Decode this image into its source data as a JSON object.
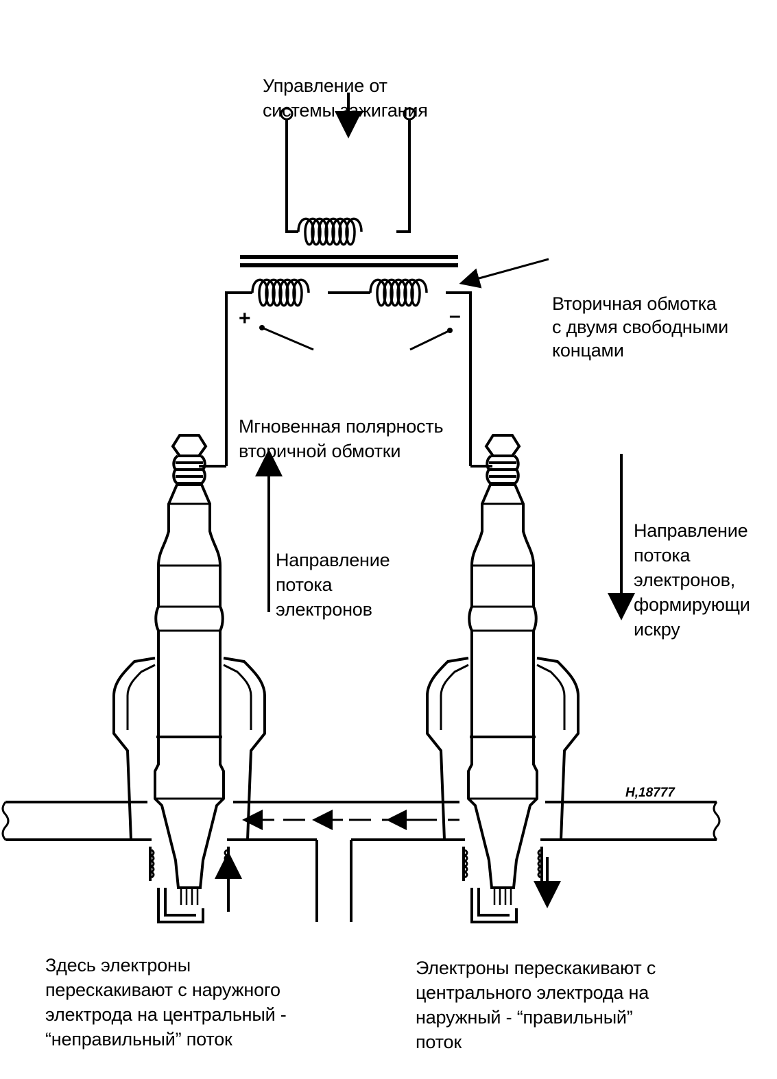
{
  "labels": {
    "control": [
      "Управление от",
      "системы зажигания"
    ],
    "secondary": [
      "Вторичная обмотка",
      "с двумя свободными",
      "концами"
    ],
    "polarity": [
      "Мгновенная полярность",
      "вторичной обмотки"
    ],
    "flow_left": [
      "Направление",
      "потока",
      "электронов"
    ],
    "flow_right": [
      "Направление",
      "потока",
      "электронов,",
      "формирующи",
      "искру"
    ],
    "bottom_left": [
      "Здесь электроны",
      "перескакивают с наружного",
      "электрода на центральный -",
      "“неправильный” поток"
    ],
    "bottom_right": [
      "Электроны перескакивают с",
      "центрального электрода на",
      "наружный - “правильный”",
      "поток"
    ]
  },
  "polarity_signs": {
    "plus": "+",
    "minus": "–"
  },
  "drawing_ref": "H,18777"
}
